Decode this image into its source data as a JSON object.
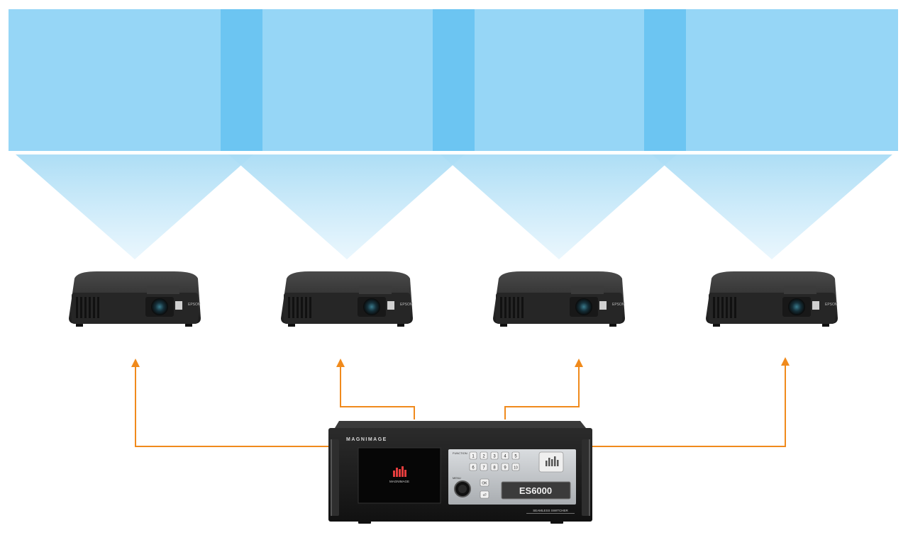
{
  "colors": {
    "screen": "#96d6f6",
    "blend_overlap": "#6cc5f2",
    "beam_top": "#a9dcf5",
    "signal_arrow": "#f08a1c",
    "projector_body": "#2a2a2a",
    "switcher_body": "#1d1d1d"
  },
  "screen": {
    "panels": 4,
    "overlap_zones": 3
  },
  "projectors": [
    {
      "id": "projector-1",
      "brand_tag": "EPSON"
    },
    {
      "id": "projector-2",
      "brand_tag": "EPSON"
    },
    {
      "id": "projector-3",
      "brand_tag": "EPSON"
    },
    {
      "id": "projector-4",
      "brand_tag": "EPSON"
    }
  ],
  "switcher": {
    "brand": "MAGNIMAGE",
    "screen_logo_text": "MAGNIMAGE",
    "function_label": "FUNCTION",
    "menu_label": "MENU",
    "keypad": [
      "1",
      "2",
      "3",
      "4",
      "5",
      "6",
      "7",
      "8",
      "9",
      "10"
    ],
    "ok_label": "OK",
    "back_label": "⏎",
    "model": "ES6000",
    "caption": "SEAMLESS SWITCHER"
  }
}
